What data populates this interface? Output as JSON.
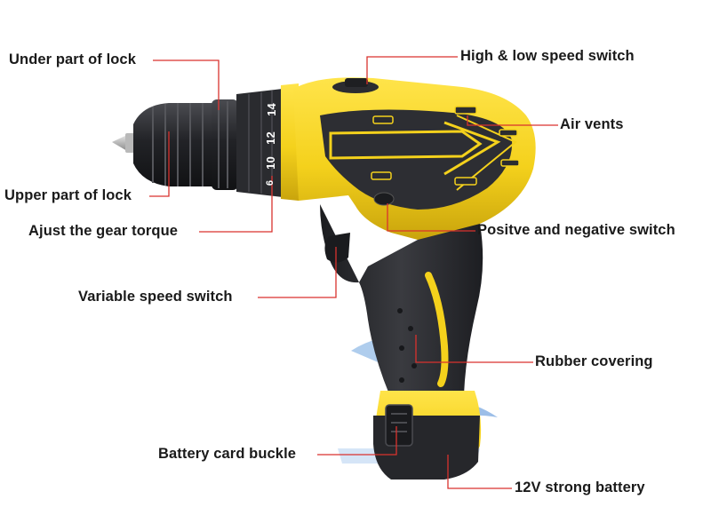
{
  "labels": {
    "under_part_of_lock": "Under part of lock",
    "upper_part_of_lock": "Upper part of lock",
    "adjust_gear_torque": "Ajust the gear torque",
    "variable_speed_switch": "Variable speed switch",
    "high_low_speed_switch": "High & low speed switch",
    "air_vents": "Air vents",
    "positive_negative_switch": "Positve and negative switch",
    "rubber_covering": "Rubber covering",
    "battery_card_buckle": "Battery card buckle",
    "strong_battery": "12V strong battery"
  },
  "chuck_numbers": {
    "n14": "14",
    "n12": "12",
    "n10": "10",
    "n6": "6"
  },
  "colors": {
    "body_yellow": "#f4d11c",
    "body_dark": "#2b2c30",
    "leader_red": "#d9322e",
    "label_text": "#1a1a1a"
  }
}
